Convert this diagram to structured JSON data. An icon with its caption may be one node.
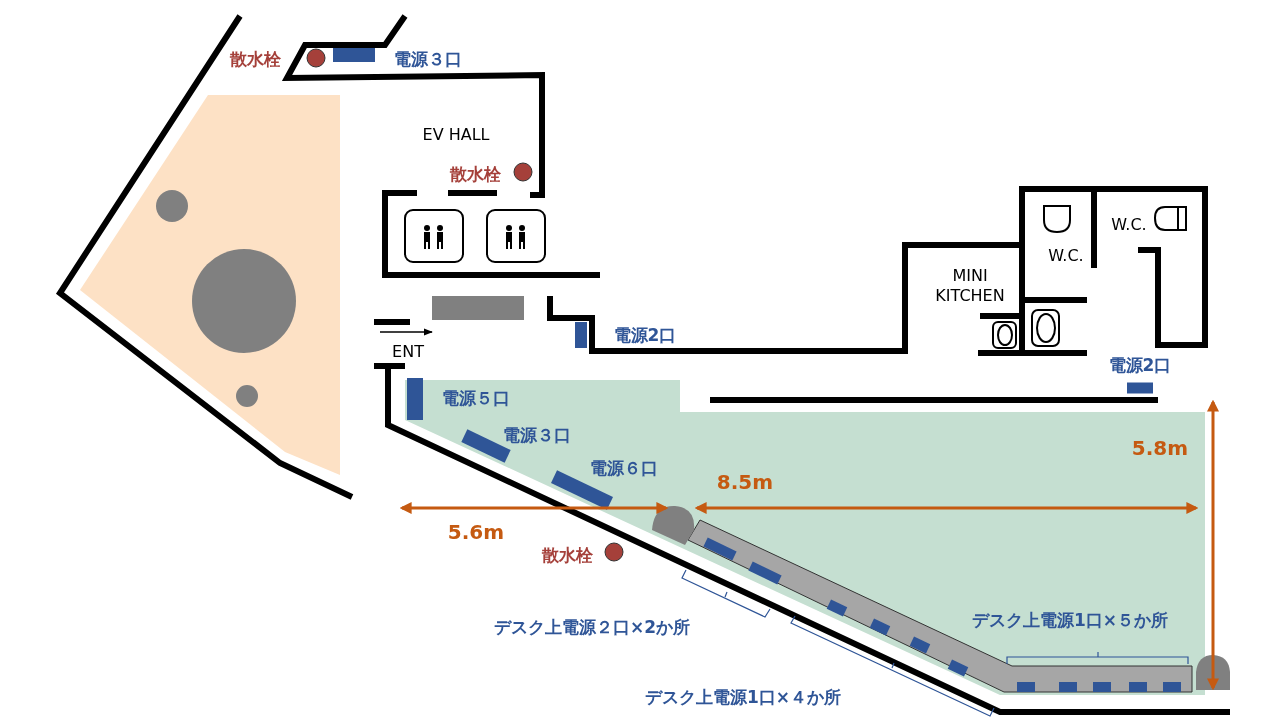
{
  "diagram": {
    "labels": [
      "散水栓",
      "電源３口",
      "EV HALL",
      "散水栓",
      "W.C.",
      "W.C.",
      "MINI KITCHEN",
      "電源2口",
      "ENT",
      "電源2口",
      "電源５口",
      "5.8m",
      "電源３口",
      "電源６口",
      "8.5m",
      "5.6m",
      "散水栓",
      "デスク上電源２口×2か所",
      "デスク上電源1口×５か所",
      "デスク上電源1口×４か所"
    ]
  }
}
